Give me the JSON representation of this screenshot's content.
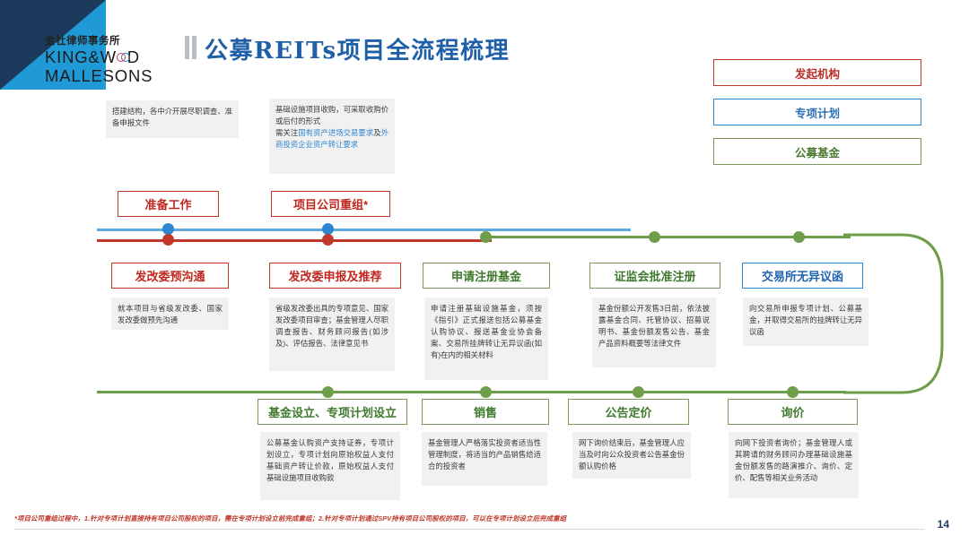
{
  "brand": {
    "name_cn": "金杜律师事务所",
    "name_en_line1": "KING&W",
    "name_en_line1b": "D",
    "name_en_line2": "MALLESONS"
  },
  "header": {
    "title": "公募REITs项目全流程梳理"
  },
  "legend": {
    "items": [
      {
        "label": "发起机构",
        "color": "#c0392b"
      },
      {
        "label": "专项计划",
        "color": "#2f86d0"
      },
      {
        "label": "公募基金",
        "color": "#7d9a5c"
      }
    ]
  },
  "top_notes": [
    {
      "text": "搭建结构，各中介开展尽职调查、准备申报文件"
    },
    {
      "text_plain_1": "基础设施项目收购，可采取收购价或后付的形式",
      "text_plain_2": "需关注",
      "text_hl_1": "国有资产进场交易要求",
      "text_plain_3": "及",
      "text_hl_2": "外商投资企业资产转让要求"
    }
  ],
  "milestones_top": [
    {
      "label": "准备工作",
      "color": "red"
    },
    {
      "label": "项目公司重组*",
      "color": "red"
    }
  ],
  "stages_middle": [
    {
      "label": "发改委预沟通",
      "color": "red",
      "note": "就本项目与省级发改委、国家发改委做预先沟通"
    },
    {
      "label": "发改委申报及推荐",
      "color": "red",
      "note": "省级发改委出具的专项意见、国家发改委项目审查；基金管理人尽职调查报告、财务顾问报告(如涉及)、评估报告、法律意见书"
    },
    {
      "label": "申请注册基金",
      "color": "green",
      "note": "申请注册基础设施基金，须按《指引》正式报送包括公募基金认购协议、报送基金业协会备案、交易所挂牌转让无异议函(如有)在内的相关材料"
    },
    {
      "label": "证监会批准注册",
      "color": "green",
      "note": "基金份额公开发售3日前，依法披露基金合同、托管协议、招募说明书、基金份额发售公告、基金产品资料概要等法律文件"
    },
    {
      "label": "交易所无异议函",
      "color": "blue",
      "note": "向交易所申报专项计划、公募基金，并取得交易所的挂牌转让无异议函"
    }
  ],
  "stages_bottom": [
    {
      "label": "基金设立、专项计划设立",
      "color": "green",
      "note": "公募基金认购资产支持证券，专项计划设立，专项计划向原始权益人支付基础资产转让价款，原始权益人支付基础设施项目收购款"
    },
    {
      "label": "销售",
      "color": "green",
      "note": "基金管理人严格落实投资者适当性管理制度，将适当的产品销售给适合的投资者"
    },
    {
      "label": "公告定价",
      "color": "green",
      "note": "网下询价结束后，基金管理人应当及时向公众投资者公告基金份额认购价格"
    },
    {
      "label": "询价",
      "color": "green",
      "note": "向网下投资者询价；基金管理人或其聘请的财务顾问办理基础设施基金份额发售的路演推介、询价、定价、配售等相关业务活动"
    }
  ],
  "footer": {
    "footnote": "*项目公司重组过程中，1.针对专项计划直接持有项目公司股权的项目，需在专项计划设立前完成重组；2.针对专项计划通过SPV持有项目公司股权的项目，可以在专项计划设立后完成重组",
    "page_number": "14"
  },
  "colors": {
    "red": "#c0392b",
    "blue": "#2f86d0",
    "green": "#6f9e4a",
    "title_blue": "#1f5fa8"
  }
}
